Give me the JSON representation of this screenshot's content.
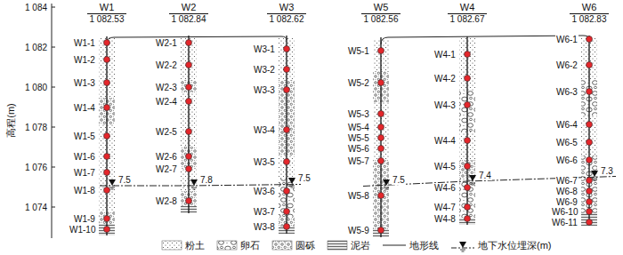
{
  "diagram": {
    "nodes": [
      {
        "text": [
          "W1",
          "1 082.53"
        ]
      },
      {
        "text": [
          "W2",
          "1 082.84"
        ]
      },
      {
        "text": [
          "W3",
          "1 082.62"
        ]
      },
      {
        "text": [
          "W5",
          "1 082.56"
        ]
      },
      {
        "text": [
          "W4",
          "1 082.67"
        ]
      },
      {
        "text": [
          "W6",
          "1 082.83"
        ]
      }
    ],
    "labels": [
      "1 084",
      "1 082",
      "1 080",
      "1 078",
      "1 076",
      "1 074",
      "高程(m)",
      "W1-1",
      "W1-2",
      "W1-3",
      "W1-4",
      "W1-5",
      "W1-6",
      "W1-7",
      "W1-8",
      "W1-9",
      "W1-10",
      "W2-1",
      "W2-2",
      "W2-3",
      "W2-4",
      "W2-5",
      "W2-6",
      "W2-7",
      "W2-8",
      "W3-1",
      "W3-2",
      "W3-3",
      "W3-4",
      "W3-5",
      "W3-6",
      "W3-7",
      "W3-8",
      "W5-1",
      "W5-2",
      "W5-3",
      "W5-4",
      "W5-5",
      "W5-6",
      "W5-7",
      "W5-8",
      "W5-9",
      "W4-1",
      "W4-2",
      "W4-3",
      "W4-4",
      "W4-5",
      "W4-6",
      "W4-7",
      "W4-8",
      "W6-1",
      "W6-2",
      "W6-3",
      "W6-4",
      "W6-5",
      "W6-6",
      "W6-7",
      "W6-8",
      "W6-9",
      "W6-10",
      "W6-11",
      "7.5",
      "7.8",
      "7.5",
      "7.5",
      "7.4",
      "7.3"
    ],
    "legend": [
      {
        "text": "粉土"
      },
      {
        "text": "卵石"
      },
      {
        "text": "圆砾"
      },
      {
        "text": "泥岩"
      },
      {
        "text": "地形线"
      },
      {
        "text": "地下水位埋深(m)"
      }
    ]
  }
}
